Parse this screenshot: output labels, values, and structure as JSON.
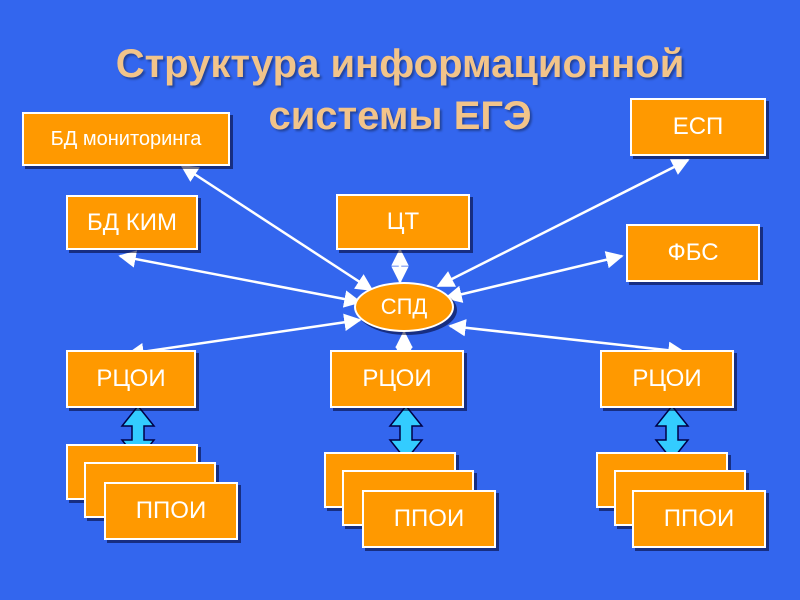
{
  "title": {
    "line1": "Структура информационной",
    "line2": "системы ЕГЭ"
  },
  "nodes": {
    "bd_monitoring": "БД мониторинга",
    "esp": "ЕСП",
    "bd_kim": "БД КИМ",
    "ct": "ЦТ",
    "fbs": "ФБС",
    "spd": "СПД",
    "rcoi": [
      "РЦОИ",
      "РЦОИ",
      "РЦОИ"
    ],
    "ppoi": [
      "ППОИ",
      "ППОИ",
      "ППОИ"
    ]
  },
  "colors": {
    "background": "#3366ee",
    "box_fill": "#ff9900",
    "title": "#f2c48a",
    "connector": "#ffffff",
    "vertical_arrow": "#33ccff"
  }
}
